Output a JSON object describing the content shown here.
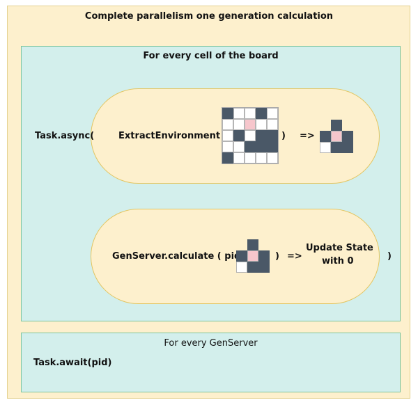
{
  "title": "Complete parallelism one generation calculation",
  "loop1": {
    "title": "For every cell of the board",
    "task_async": "Task.async(",
    "extract": "ExtractEnvironment (",
    "close_paren": ")",
    "arrow1": "=>",
    "calculate": "GenServer.calculate ( pid,",
    "close_paren2": ")",
    "arrow2": "=>",
    "update_line1": "Update State",
    "update_line2": "with 0",
    "task_close": ")"
  },
  "loop2": {
    "title": "For every GenServer",
    "task_await": "Task.await(pid)"
  },
  "board": [
    [
      "d",
      "w",
      "w",
      "d",
      "w"
    ],
    [
      "w",
      "w",
      "p",
      "w",
      "w"
    ],
    [
      "w",
      "d",
      "w",
      "d",
      "d"
    ],
    [
      "w",
      "w",
      "d",
      "d",
      "d"
    ],
    [
      "d",
      "w",
      "w",
      "w",
      "w"
    ]
  ],
  "env1": [
    [
      "e",
      "d",
      "e"
    ],
    [
      "d",
      "p",
      "d"
    ],
    [
      "w",
      "d",
      "d"
    ]
  ],
  "env2": [
    [
      "e",
      "d",
      "e"
    ],
    [
      "d",
      "p",
      "d"
    ],
    [
      "w",
      "d",
      "d"
    ]
  ],
  "colors": {
    "outer_fill": "#fdf0cd",
    "inner_fill": "#d3efec",
    "dark_cell": "#4a5867",
    "center_cell": "#f6c6cc"
  }
}
